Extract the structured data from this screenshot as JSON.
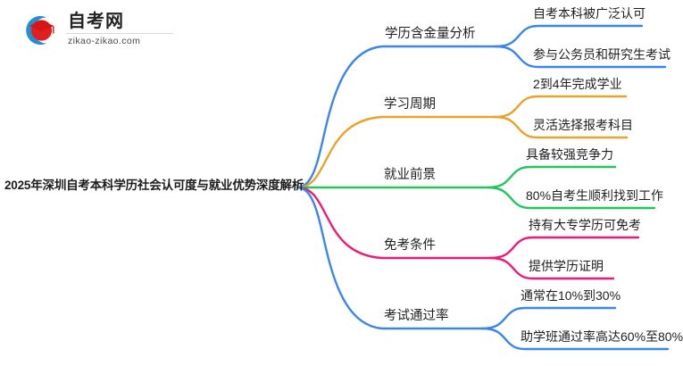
{
  "logo": {
    "name_cn": "自考网",
    "url": "zikao-zikao.com",
    "mark_icon": "graduation-cap-icon",
    "arc_color": "#1F8FD6",
    "cap_color": "#E02020"
  },
  "mindmap": {
    "root": {
      "label": "2025年深圳自考本科学历社会认可度与就业优势深度解析"
    },
    "branches": [
      {
        "label": "学历含金量分析",
        "color": "#3B86E8",
        "children": [
          {
            "label": "自考本科被广泛认可"
          },
          {
            "label": "参与公务员和研究生考试"
          }
        ]
      },
      {
        "label": "学习周期",
        "color": "#E9A32B",
        "children": [
          {
            "label": "2到4年完成学业"
          },
          {
            "label": "灵活选择报考科目"
          }
        ]
      },
      {
        "label": "就业前景",
        "color": "#23C55E",
        "children": [
          {
            "label": "具备较强竞争力"
          },
          {
            "label": "80%自考生顺利找到工作"
          }
        ]
      },
      {
        "label": "免考条件",
        "color": "#ED1B78",
        "children": [
          {
            "label": "持有大专学历可免考"
          },
          {
            "label": "提供学历证明"
          }
        ]
      },
      {
        "label": "考试通过率",
        "color": "#3B86E8",
        "children": [
          {
            "label": "通常在10%到30%"
          },
          {
            "label": "助学班通过率高达60%至80%"
          }
        ]
      }
    ]
  }
}
